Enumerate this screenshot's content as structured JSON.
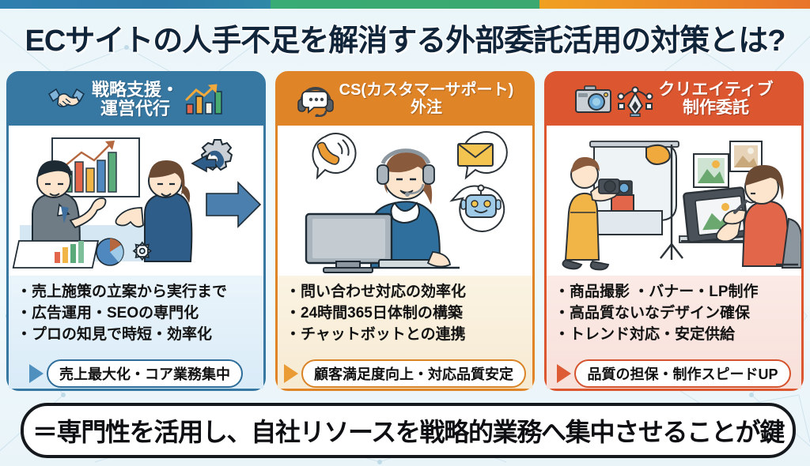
{
  "title": "ECサイトの人手不足を解消する外部委託活用の対策とは?",
  "topbar": {
    "segments": [
      "#2d7aa8",
      "#39ab74",
      "#ec8424"
    ]
  },
  "cards": [
    {
      "id": "strategy",
      "header_title": "戦略支援・\n運営代行",
      "header_line1": "戦略支援・",
      "header_line2": "運営代行",
      "header_color": "#3778a3",
      "icons_left": "handshake-icon",
      "icons_right": "growth-bar-chart-icon",
      "illustration": "two-business-people-discussing-charts",
      "bullets": [
        "・売上施策の立案から実行まで",
        "・広告運用・SEOの専門化",
        "・プロの知見で時短・効率化"
      ],
      "badge": "売上最大化・コア業務集中",
      "badge_arrow_color": "#4f90bf"
    },
    {
      "id": "customer-support",
      "header_line1": "CS(カスタマーサポート)",
      "header_line2": "外注",
      "header_color": "#e08428",
      "icons_left": "headset-chat-icon",
      "illustration": "support-agent-with-headset-at-computer",
      "bullets": [
        "・問い合わせ対応の効率化",
        "・24時間365日体制の構築",
        "・チャットボットとの連携"
      ],
      "badge": "顧客満足度向上・対応品質安定",
      "badge_arrow_color": "#eb9b33"
    },
    {
      "id": "creative",
      "header_line1": "クリエイティブ",
      "header_line2": "制作委託",
      "header_color": "#dc5630",
      "icons_left": "camera-icon",
      "icons_mid": "pen-tool-icon",
      "illustration": "photographer-and-designer-working",
      "bullets": [
        "・商品撮影 ・バナー・LP制作",
        "・高品質ないなデザイン確保",
        "・トレンド対応・安定供給"
      ],
      "badge": "品質の担保・制作スピードUP",
      "badge_arrow_color": "#dd5c36"
    }
  ],
  "conclusion": "＝専門性を活用し、自社リソースを戦略的業務へ集中させることが鍵"
}
